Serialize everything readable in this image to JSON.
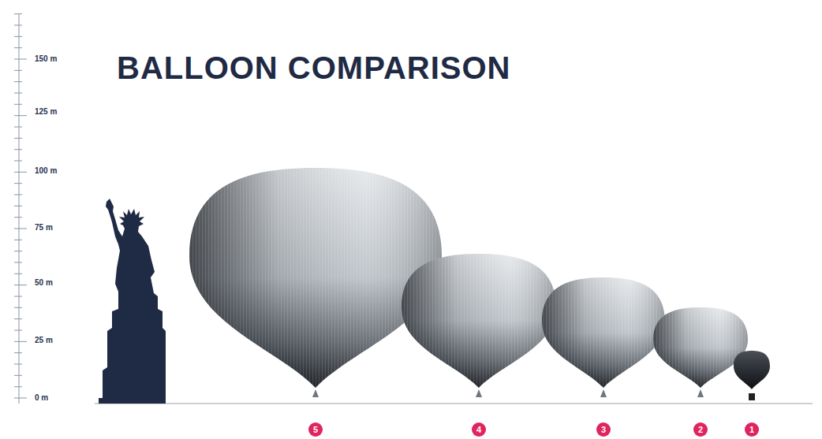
{
  "diagram": {
    "title": "BALLOON COMPARISON",
    "nodes": [
      {
        "text": [
          "5"
        ]
      },
      {
        "text": [
          "4"
        ]
      },
      {
        "text": [
          "3"
        ]
      },
      {
        "text": [
          "2"
        ]
      },
      {
        "text": [
          "1"
        ]
      }
    ],
    "labels": [
      "150 m",
      "125 m",
      "100 m",
      "75 m",
      "50 m",
      "25 m",
      "0 m"
    ]
  }
}
